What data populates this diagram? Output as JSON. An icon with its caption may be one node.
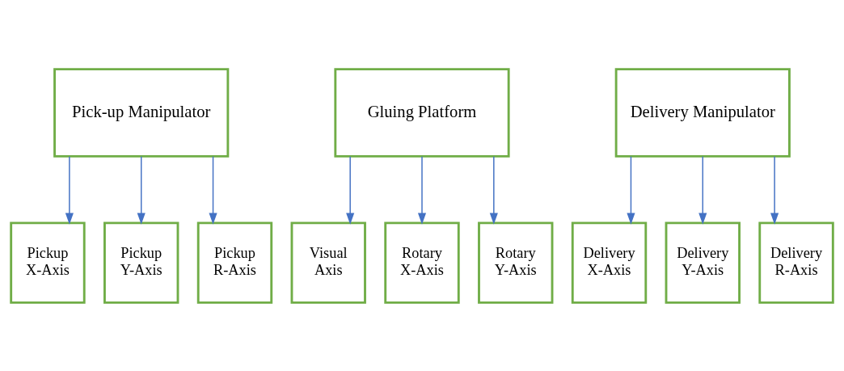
{
  "diagram": {
    "nodes": [
      {
        "text": [
          "Pick-up Manipulator"
        ]
      },
      {
        "text": [
          "Gluing Platform"
        ]
      },
      {
        "text": [
          "Delivery Manipulator"
        ]
      },
      {
        "text": [
          "Pickup X-Axis"
        ]
      },
      {
        "text": [
          "Pickup Y-Axis"
        ]
      },
      {
        "text": [
          "Pickup R-Axis"
        ]
      },
      {
        "text": [
          "Visual Axis"
        ]
      },
      {
        "text": [
          "Rotary X-Axis"
        ]
      },
      {
        "text": [
          "Rotary Y-Axis"
        ]
      },
      {
        "text": [
          "Delivery X-Axis"
        ]
      },
      {
        "text": [
          "Delivery Y-Axis"
        ]
      },
      {
        "text": [
          "Delivery R-Axis"
        ]
      }
    ],
    "edges": [
      {
        "from": 0,
        "to": 3,
        "arrow": "to"
      },
      {
        "from": 0,
        "to": 4,
        "arrow": "to"
      },
      {
        "from": 0,
        "to": 5,
        "arrow": "to"
      },
      {
        "from": 1,
        "to": 6,
        "arrow": "to"
      },
      {
        "from": 1,
        "to": 7,
        "arrow": "to"
      },
      {
        "from": 1,
        "to": 8,
        "arrow": "to"
      },
      {
        "from": 2,
        "to": 9,
        "arrow": "to"
      },
      {
        "from": 2,
        "to": 10,
        "arrow": "to"
      },
      {
        "from": 2,
        "to": 11,
        "arrow": "to"
      }
    ]
  }
}
